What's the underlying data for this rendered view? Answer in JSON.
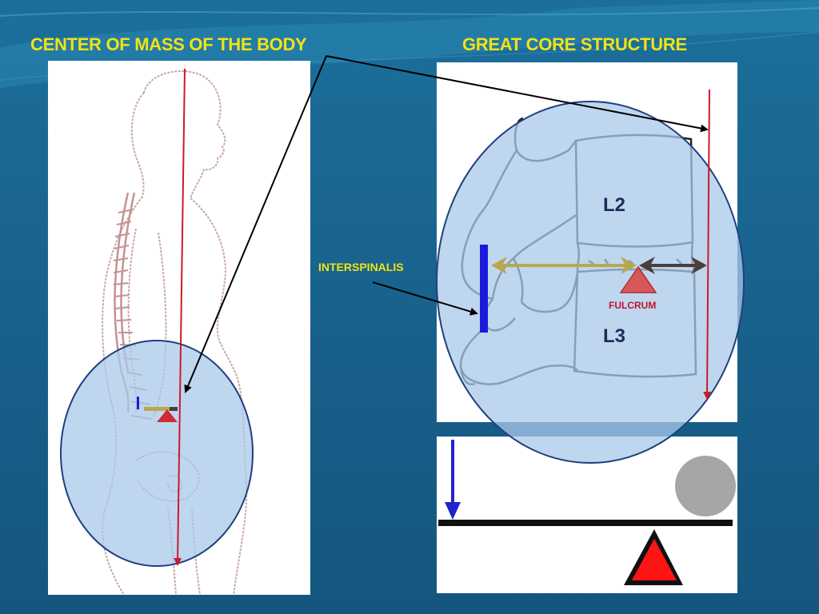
{
  "slide": {
    "left_title": "CENTER OF MASS OF THE BODY",
    "right_title": "GREAT CORE STRUCTURE"
  },
  "labels": {
    "interspinalis": "INTERSPINALIS",
    "l2": "L2",
    "l3": "L3",
    "fulcrum": "FULCRUM"
  },
  "colors": {
    "background": "#1a6792",
    "title": "#f2e312",
    "center_line": "#cc1a2a",
    "muscle_bar": "#1a1adc",
    "lever_arm": "#b8a84a",
    "load_arm": "#4a4038",
    "fulcrum": "#d02a36",
    "highlight": "#a9c8ea"
  }
}
